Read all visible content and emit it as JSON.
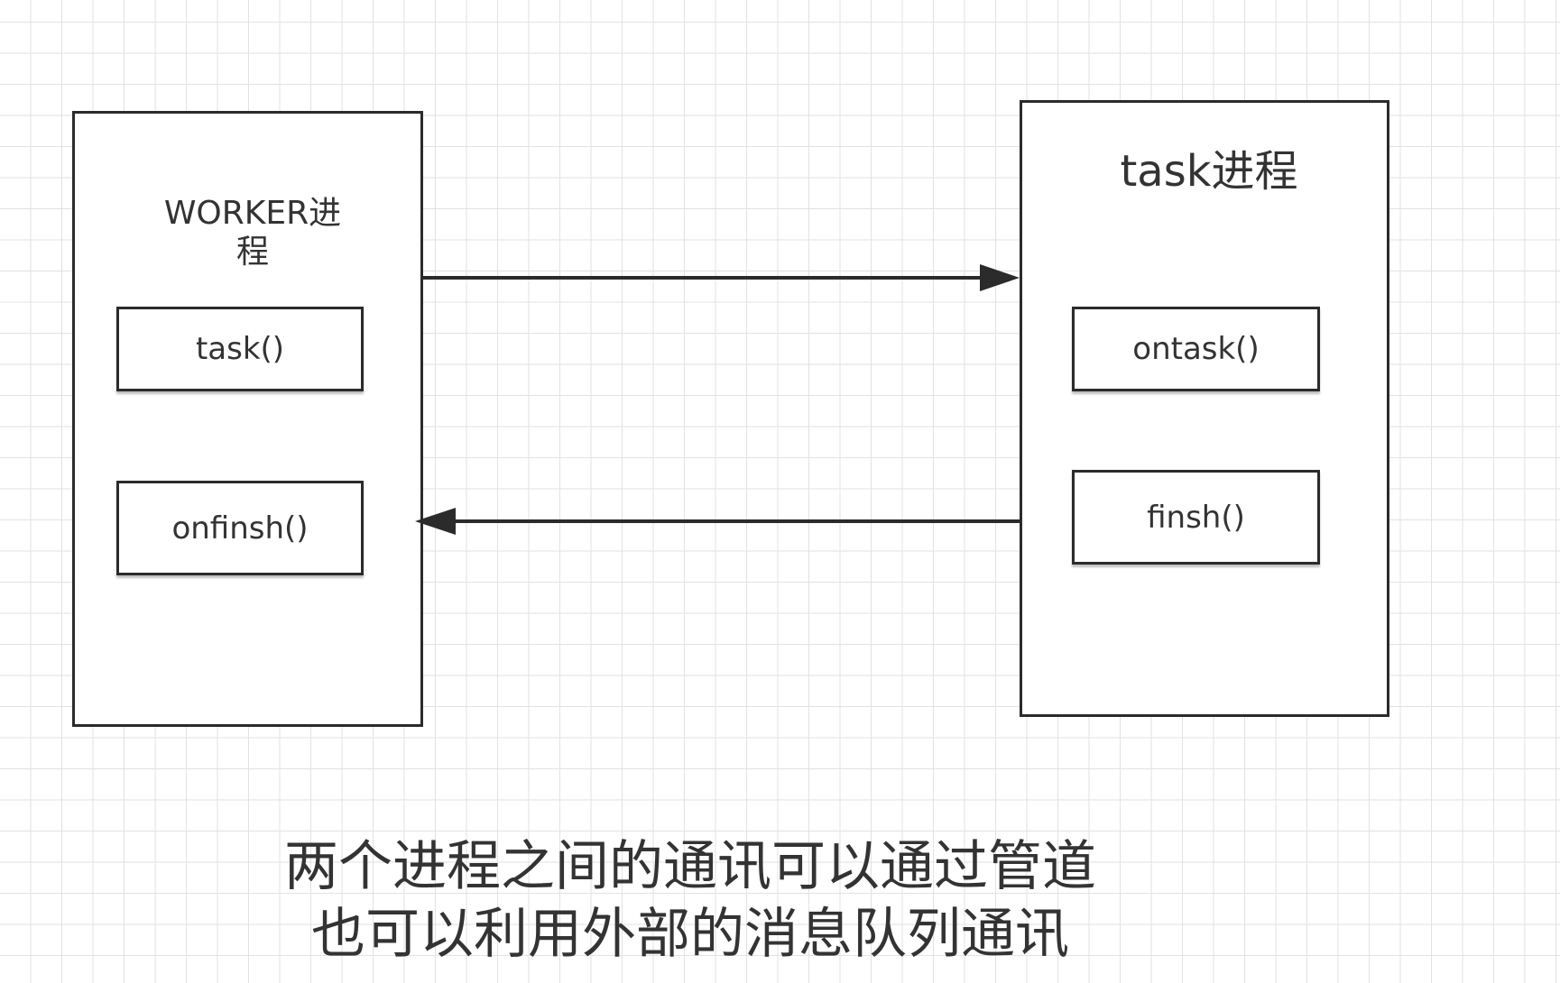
{
  "diagram": {
    "worker": {
      "title_line1": "WORKER进",
      "title_line2": "程",
      "methods": [
        "task()",
        "onfinsh()"
      ]
    },
    "task": {
      "title": "task进程",
      "methods": [
        "ontask()",
        "finsh()"
      ]
    },
    "caption": {
      "line1": "两个进程之间的通讯可以通过管道",
      "line2": "也可以利用外部的消息队列通讯"
    },
    "colors": {
      "stroke": "#2b2b2b",
      "text": "#333333",
      "grid": "#e2e2e2",
      "background": "#ffffff"
    }
  }
}
